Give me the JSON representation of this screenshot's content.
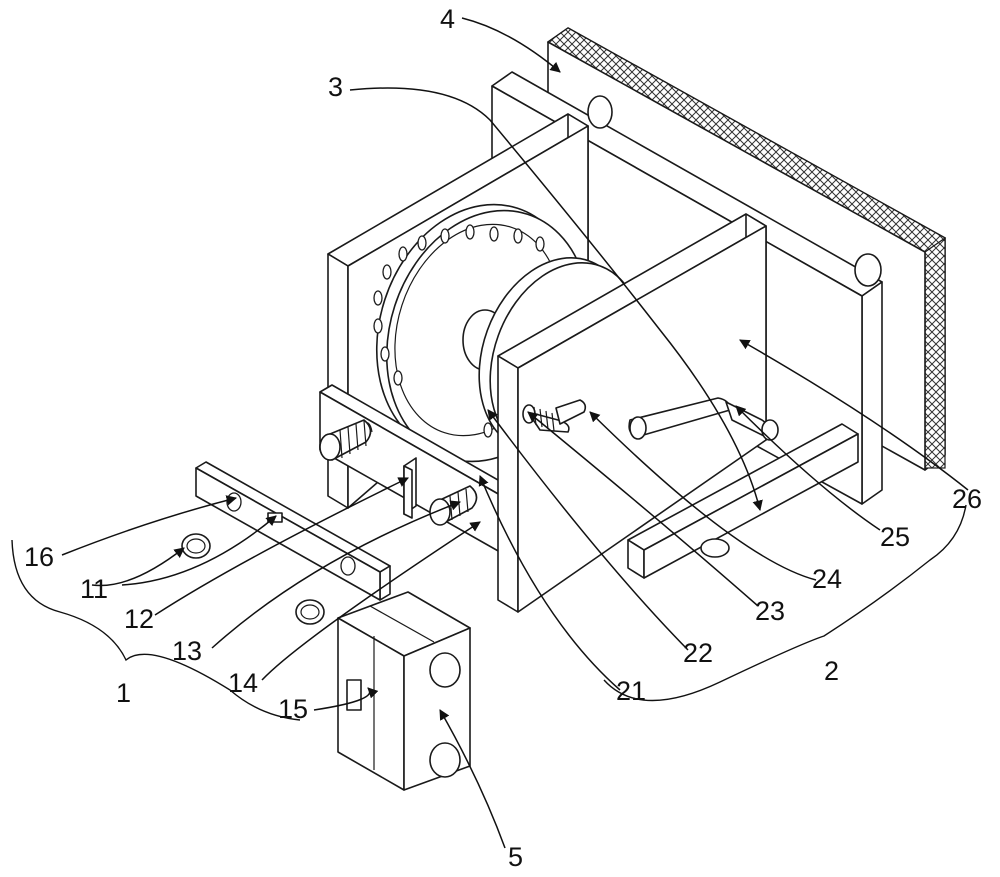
{
  "diagram": {
    "labels": {
      "l1": "1",
      "l2": "2",
      "l3": "3",
      "l4": "4",
      "l5": "5",
      "l11": "11",
      "l12": "12",
      "l13": "13",
      "l14": "14",
      "l15": "15",
      "l16": "16",
      "l21": "21",
      "l22": "22",
      "l23": "23",
      "l24": "24",
      "l25": "25",
      "l26": "26"
    }
  }
}
